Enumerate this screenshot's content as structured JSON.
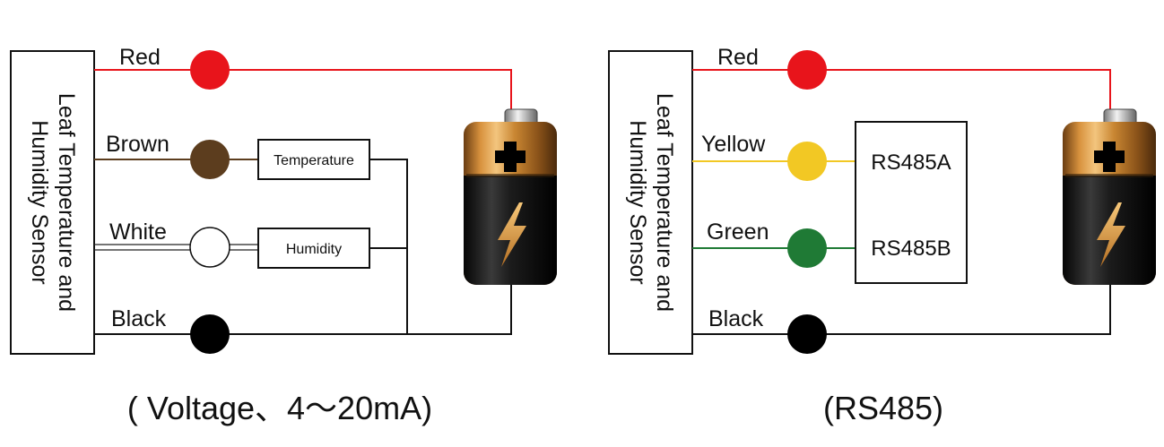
{
  "colors": {
    "red": "#e8141b",
    "brown": "#5c3d1e",
    "white": "#ffffff",
    "black": "#000000",
    "yellow": "#f2c824",
    "green": "#1f7a35",
    "line": "#111111"
  },
  "icons": {
    "battery": "battery-icon"
  },
  "left_diagram": {
    "sensor_line1": "Leaf Temperature and",
    "sensor_line2": "Humidity Sensor",
    "wires": {
      "red": "Red",
      "brown": "Brown",
      "white": "White",
      "black": "Black"
    },
    "boxes": {
      "temperature": "Temperature",
      "humidity": "Humidity"
    },
    "caption": "( Voltage、4～20mA)"
  },
  "right_diagram": {
    "sensor_line1": "Leaf Temperature and",
    "sensor_line2": "Humidity Sensor",
    "wires": {
      "red": "Red",
      "yellow": "Yellow",
      "green": "Green",
      "black": "Black"
    },
    "box": {
      "a": "RS485A",
      "b": "RS485B"
    },
    "caption": "(RS485)"
  }
}
